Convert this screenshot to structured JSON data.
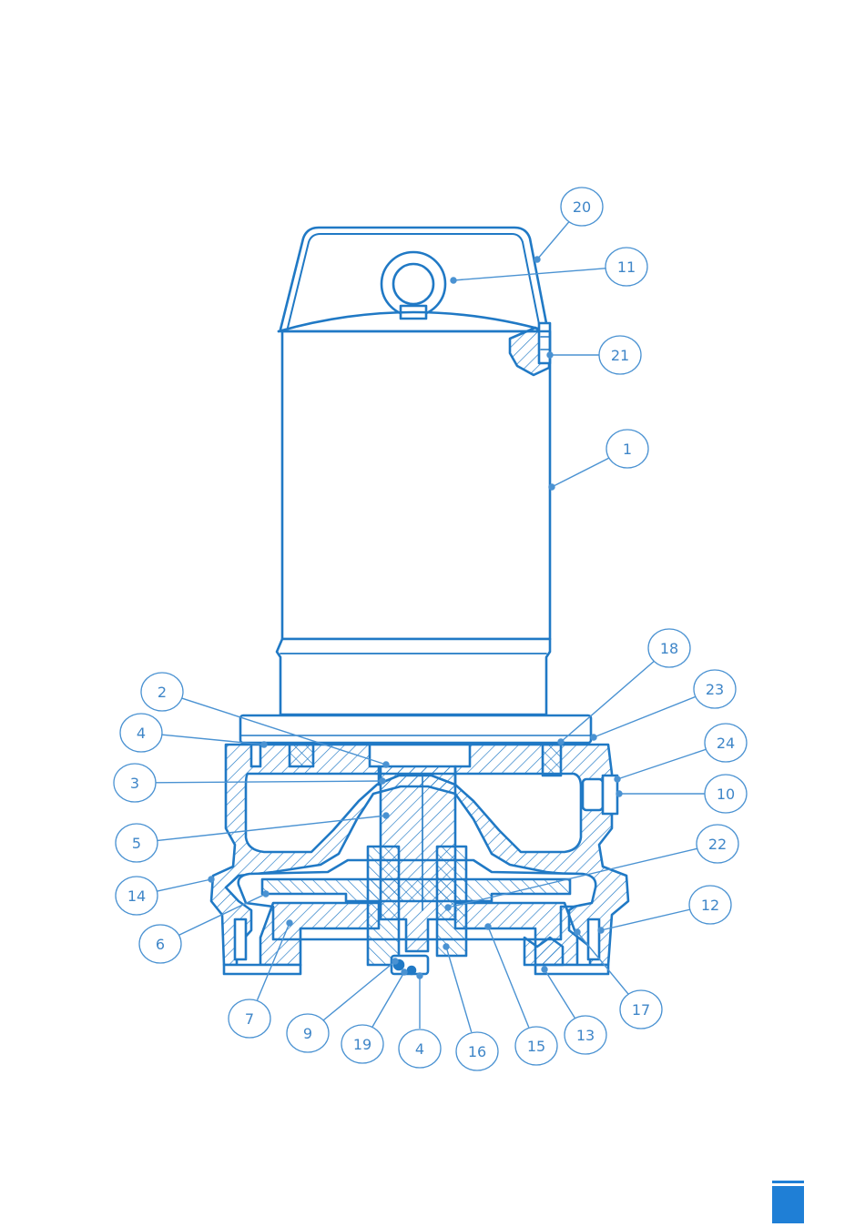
{
  "colors": {
    "line": "#2079c5",
    "label_text": "#3f86c8",
    "leader": "#4a92d2",
    "background": "#ffffff",
    "tab": "#1f7fd6"
  },
  "diagram": {
    "callouts": [
      {
        "label": "20"
      },
      {
        "label": "11"
      },
      {
        "label": "21"
      },
      {
        "label": "1"
      },
      {
        "label": "18"
      },
      {
        "label": "23"
      },
      {
        "label": "24"
      },
      {
        "label": "10"
      },
      {
        "label": "22"
      },
      {
        "label": "12"
      },
      {
        "label": "17"
      },
      {
        "label": "13"
      },
      {
        "label": "15"
      },
      {
        "label": "16"
      },
      {
        "label": "4"
      },
      {
        "label": "19"
      },
      {
        "label": "9"
      },
      {
        "label": "7"
      },
      {
        "label": "6"
      },
      {
        "label": "14"
      },
      {
        "label": "5"
      },
      {
        "label": "3"
      },
      {
        "label": "4"
      },
      {
        "label": "2"
      }
    ]
  }
}
